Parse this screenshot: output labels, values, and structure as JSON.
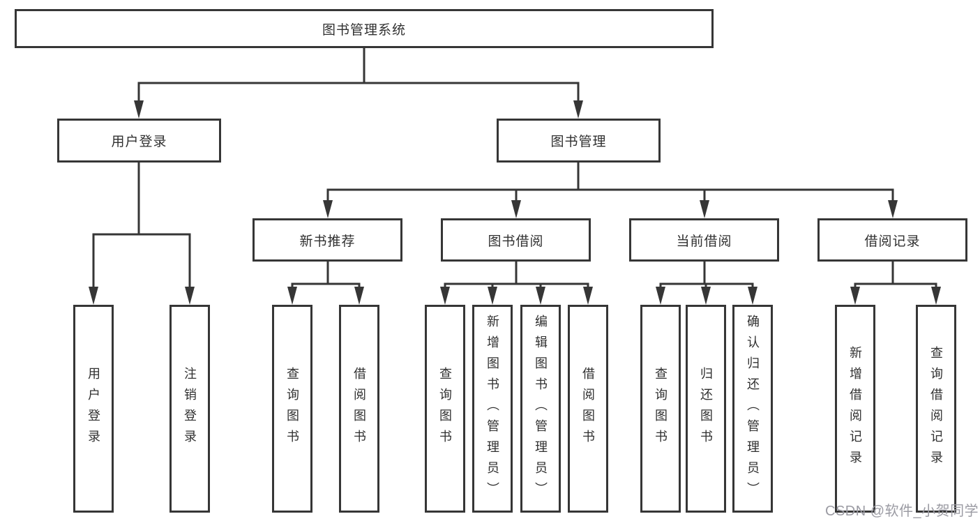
{
  "colors": {
    "line": "#363636",
    "box_border": "#363636",
    "box_fill": "#ffffff",
    "text": "#303030",
    "watermark": "#9b9ba3"
  },
  "watermark": {
    "text": "CSDN @软件_小贺同学"
  },
  "tree": {
    "label": "图书管理系统",
    "children": [
      {
        "label": "用户登录",
        "children": [
          {
            "label": "用户登录"
          },
          {
            "label": "注销登录"
          }
        ]
      },
      {
        "label": "图书管理",
        "children": [
          {
            "label": "新书推荐",
            "children": [
              {
                "label": "查询图书"
              },
              {
                "label": "借阅图书"
              }
            ]
          },
          {
            "label": "图书借阅",
            "children": [
              {
                "label": "查询图书"
              },
              {
                "label": "新增图书（管理员）"
              },
              {
                "label": "编辑图书（管理员）"
              },
              {
                "label": "借阅图书"
              }
            ]
          },
          {
            "label": "当前借阅",
            "children": [
              {
                "label": "查询图书"
              },
              {
                "label": "归还图书"
              },
              {
                "label": "确认归还（管理员）"
              }
            ]
          },
          {
            "label": "借阅记录",
            "children": [
              {
                "label": "新增借阅记录"
              },
              {
                "label": "查询借阅记录"
              }
            ]
          }
        ]
      }
    ]
  }
}
